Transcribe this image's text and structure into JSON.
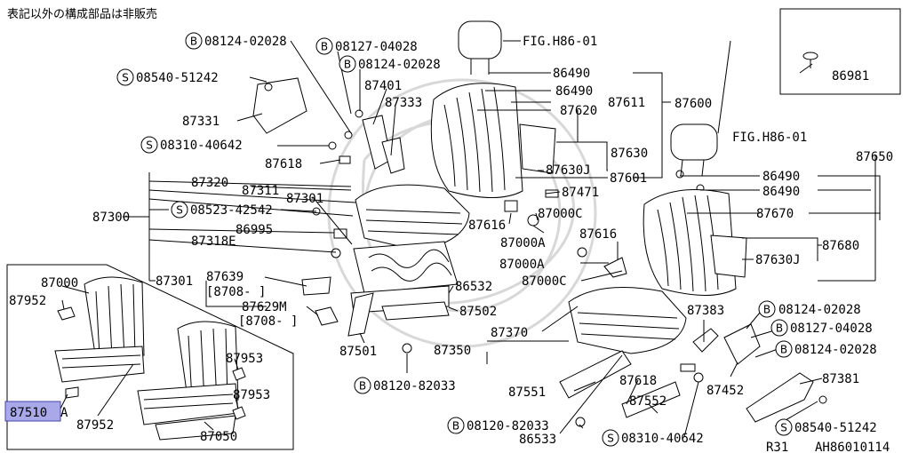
{
  "note": "表記以外の構成部品は非販売",
  "labels": {
    "b_08124_02028_a": "08124-02028",
    "b_08127_04028_a": "08127-04028",
    "b_08124_02028_b": "08124-02028",
    "s_08540_51242_a": "08540-51242",
    "p87331": "87331",
    "s_08310_40642_a": "08310-40642",
    "p87618_a": "87618",
    "p87401": "87401",
    "p87333": "87333",
    "fig_h86_01_a": "FIG.H86-01",
    "p86490_a": "86490",
    "p86490_b": "86490",
    "p87611": "87611",
    "p87600": "87600",
    "p87620": "87620",
    "p87630": "87630",
    "p87630j_a": "87630J",
    "p87601": "87601",
    "p86981": "86981",
    "fig_h86_01_b": "FIG.H86-01",
    "p87650": "87650",
    "p86490_c": "86490",
    "p86490_d": "86490",
    "p87670": "87670",
    "p87680": "87680",
    "p87630j_b": "87630J",
    "p87320": "87320",
    "p87311": "87311",
    "p87301_a": "87301",
    "p87300": "87300",
    "s_08523_42542": "08523-42542",
    "p86995": "86995",
    "p87318e": "87318E",
    "p87301_b": "87301",
    "p87639": "87639",
    "r8708_a": "[8708-   ]",
    "p87629m": "87629M",
    "r8708_b": "[8708-   ]",
    "p87471": "87471",
    "p87616_a": "87616",
    "p87000c_a": "87000C",
    "p87000a_a": "87000A",
    "p87616_b": "87616",
    "p87000a_b": "87000A",
    "p87000c_b": "87000C",
    "p86532": "86532",
    "p87502": "87502",
    "p87501": "87501",
    "p87370": "87370",
    "p87350": "87350",
    "b_08120_82033_a": "08120-82033",
    "p87551": "87551",
    "p87618_b": "87618",
    "p87552": "87552",
    "b_08120_82033_b": "08120-82033",
    "p86533": "86533",
    "s_08310_40642_b": "08310-40642",
    "p87383": "87383",
    "b_08124_02028_c": "08124-02028",
    "b_08127_04028_b": "08127-04028",
    "b_08124_02028_d": "08124-02028",
    "p87452": "87452",
    "p87381": "87381",
    "s_08540_51242_b": "08540-51242",
    "p87000": "87000",
    "p87952_a": "87952",
    "p87953_a": "87953",
    "p87953_b": "87953",
    "p87510": "87510",
    "suffix_a": "A",
    "p87952_b": "87952",
    "p87050": "87050",
    "r31": "R31",
    "code": "AH86010114",
    "mark_b": "B",
    "mark_s": "S"
  },
  "colors": {
    "highlight": "#a9a9ea",
    "line": "#000000",
    "watermark": "#d8d8d8"
  }
}
